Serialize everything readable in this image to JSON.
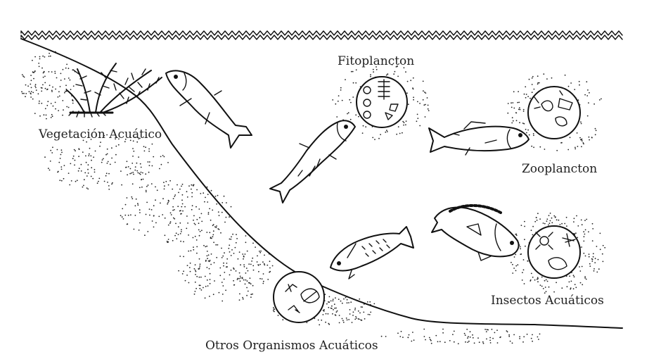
{
  "labels": {
    "vegetation": "Vegetación Acuático",
    "phytoplankton": "Fitoplancton",
    "zooplankton": "Zooplancton",
    "insects": "Insectos Acuáticos",
    "other_organisms": "Otros Organismos Acuáticos"
  },
  "colors": {
    "ink": "#111111",
    "label_text": "#222222",
    "background": "#ffffff"
  }
}
